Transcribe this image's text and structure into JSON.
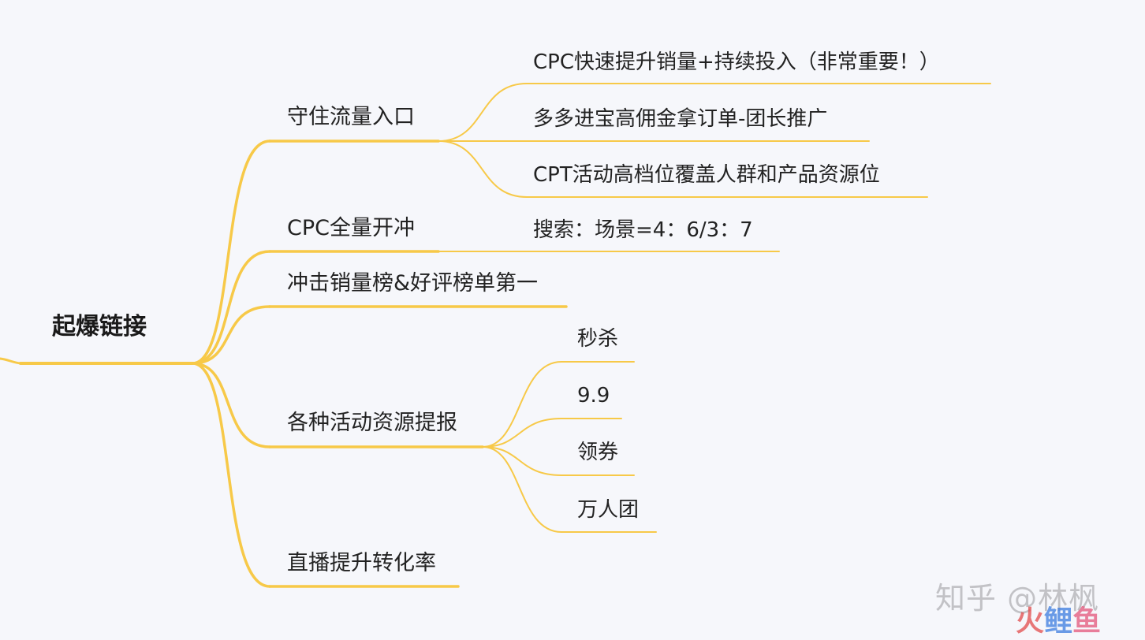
{
  "mindmap": {
    "root": {
      "label": "起爆链接"
    },
    "branches": [
      {
        "label": "守住流量入口",
        "children": [
          "CPC快速提升销量+持续投入（非常重要！）",
          "多多进宝高佣金拿订单-团长推广",
          "CPT活动高档位覆盖人群和产品资源位"
        ]
      },
      {
        "label": "CPC全量开冲",
        "children": [
          "搜索：场景=4：6/3：7"
        ]
      },
      {
        "label": "冲击销量榜&好评榜单第一",
        "children": []
      },
      {
        "label": "各种活动资源提报",
        "children": [
          "秒杀",
          "9.9",
          "领券",
          "万人团"
        ]
      },
      {
        "label": "直播提升转化率",
        "children": []
      }
    ],
    "line_color": "#f7c948"
  },
  "watermark": {
    "platform": "知乎",
    "author": "@林枫",
    "brand": [
      "火",
      "鲤",
      "鱼"
    ]
  }
}
